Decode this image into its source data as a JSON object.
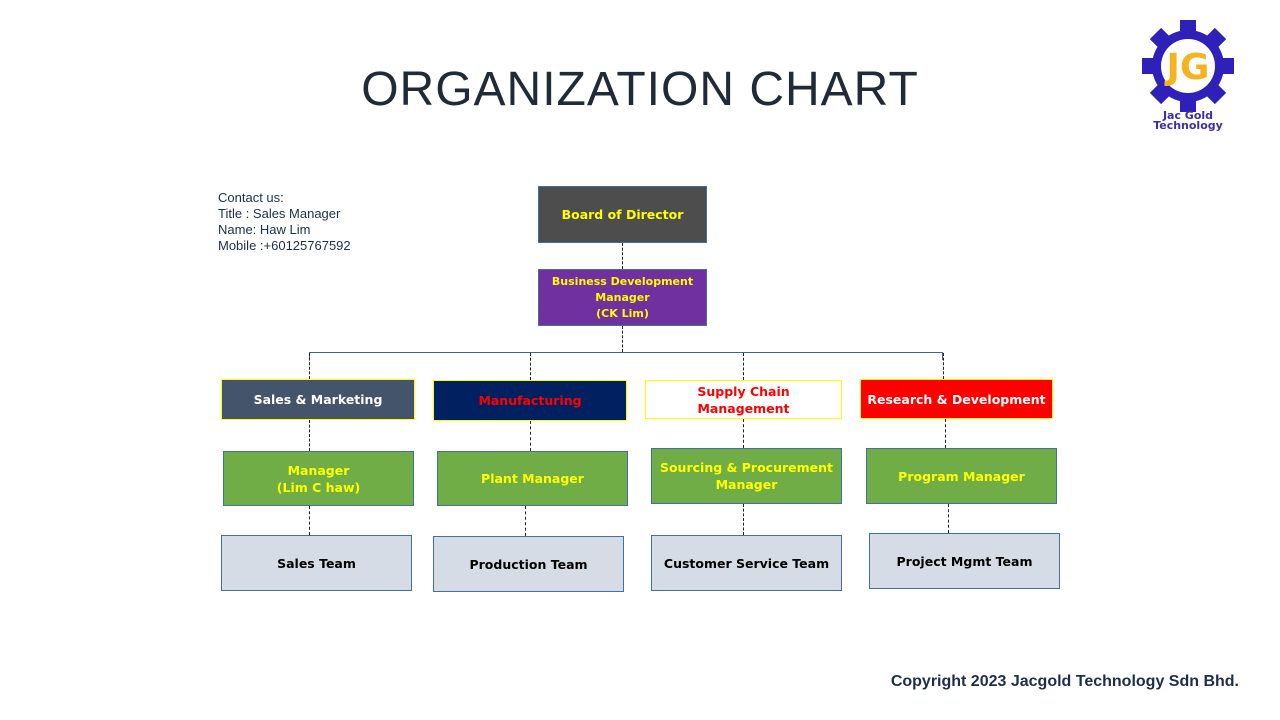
{
  "title": "ORGANIZATION CHART",
  "contact": {
    "line1": "Contact us:",
    "line2": "Title : Sales Manager",
    "line3": "Name: Haw Lim",
    "line4": "Mobile :+60125767592"
  },
  "logo": {
    "initials": "JG",
    "line1": "Jac Gold",
    "line2": "Technology",
    "gear_color": "#2e20b8",
    "letter_color": "#f5b320"
  },
  "chart": {
    "board": "Board of Director",
    "bdm": "Business  Development\nManager\n(CK Lim)",
    "departments": [
      {
        "name": "Sales & Marketing",
        "manager": "Manager\n(Lim C haw)",
        "team": "Sales Team"
      },
      {
        "name": "Manufacturing",
        "manager": "Plant Manager",
        "team": "Production Team"
      },
      {
        "name": "Supply Chain Management",
        "manager": "Sourcing & Procurement\nManager",
        "team": "Customer Service Team"
      },
      {
        "name": "Research & Development",
        "manager": "Program Manager",
        "team": "Project Mgmt Team"
      }
    ]
  },
  "colors": {
    "board_fill": "#4d4d4d",
    "bdm_fill": "#7030a0",
    "manager_fill": "#70ad47",
    "team_fill": "#d6dce5",
    "label_yellow": "#ffff00",
    "sales_fill": "#44546a",
    "manufacturing_fill": "#002060",
    "rnd_fill": "#ff0000",
    "red_text": "#ff0000"
  },
  "copyright": "Copyright 2023 Jacgold Technology Sdn Bhd."
}
